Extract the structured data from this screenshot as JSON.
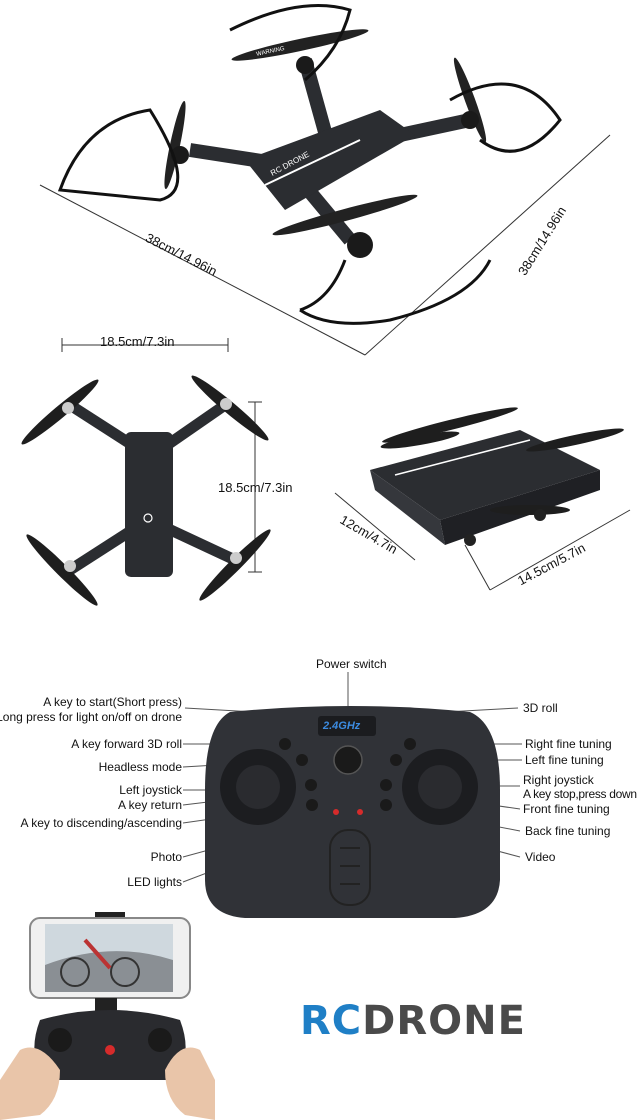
{
  "dimensions": {
    "top_length": "38cm/14.96in",
    "top_width": "38cm/14.96in",
    "folded_top_width": "18.5cm/7.3in",
    "folded_side_height": "18.5cm/7.3in",
    "folded_depth": "12cm/4.7in",
    "folded_length": "14.5cm/5.7in"
  },
  "drone_prints": {
    "brand": "RC DRONE",
    "warning": "WARNING"
  },
  "controller": {
    "band_label": "2.4GHz",
    "labels_left": [
      "A key to start(Short press)",
      "Long press for light on/off on drone",
      "A key forward 3D roll",
      "Headless mode",
      "Left joystick",
      "A key return",
      "A key to discending/ascending",
      "Photo",
      "LED lights"
    ],
    "labels_right": [
      "3D roll",
      "Right fine tuning",
      "Left fine tuning",
      "Right joystick",
      "A key stop,press down",
      "Front fine tuning",
      "Back fine tuning",
      "Video"
    ],
    "power_label": "Power switch"
  },
  "logo": {
    "rc": "RC",
    "drone": "DRONE"
  },
  "colors": {
    "logo_blue": "#1f7fc6",
    "logo_gray": "#4a4a4a",
    "body_dark": "#2b2d31"
  }
}
